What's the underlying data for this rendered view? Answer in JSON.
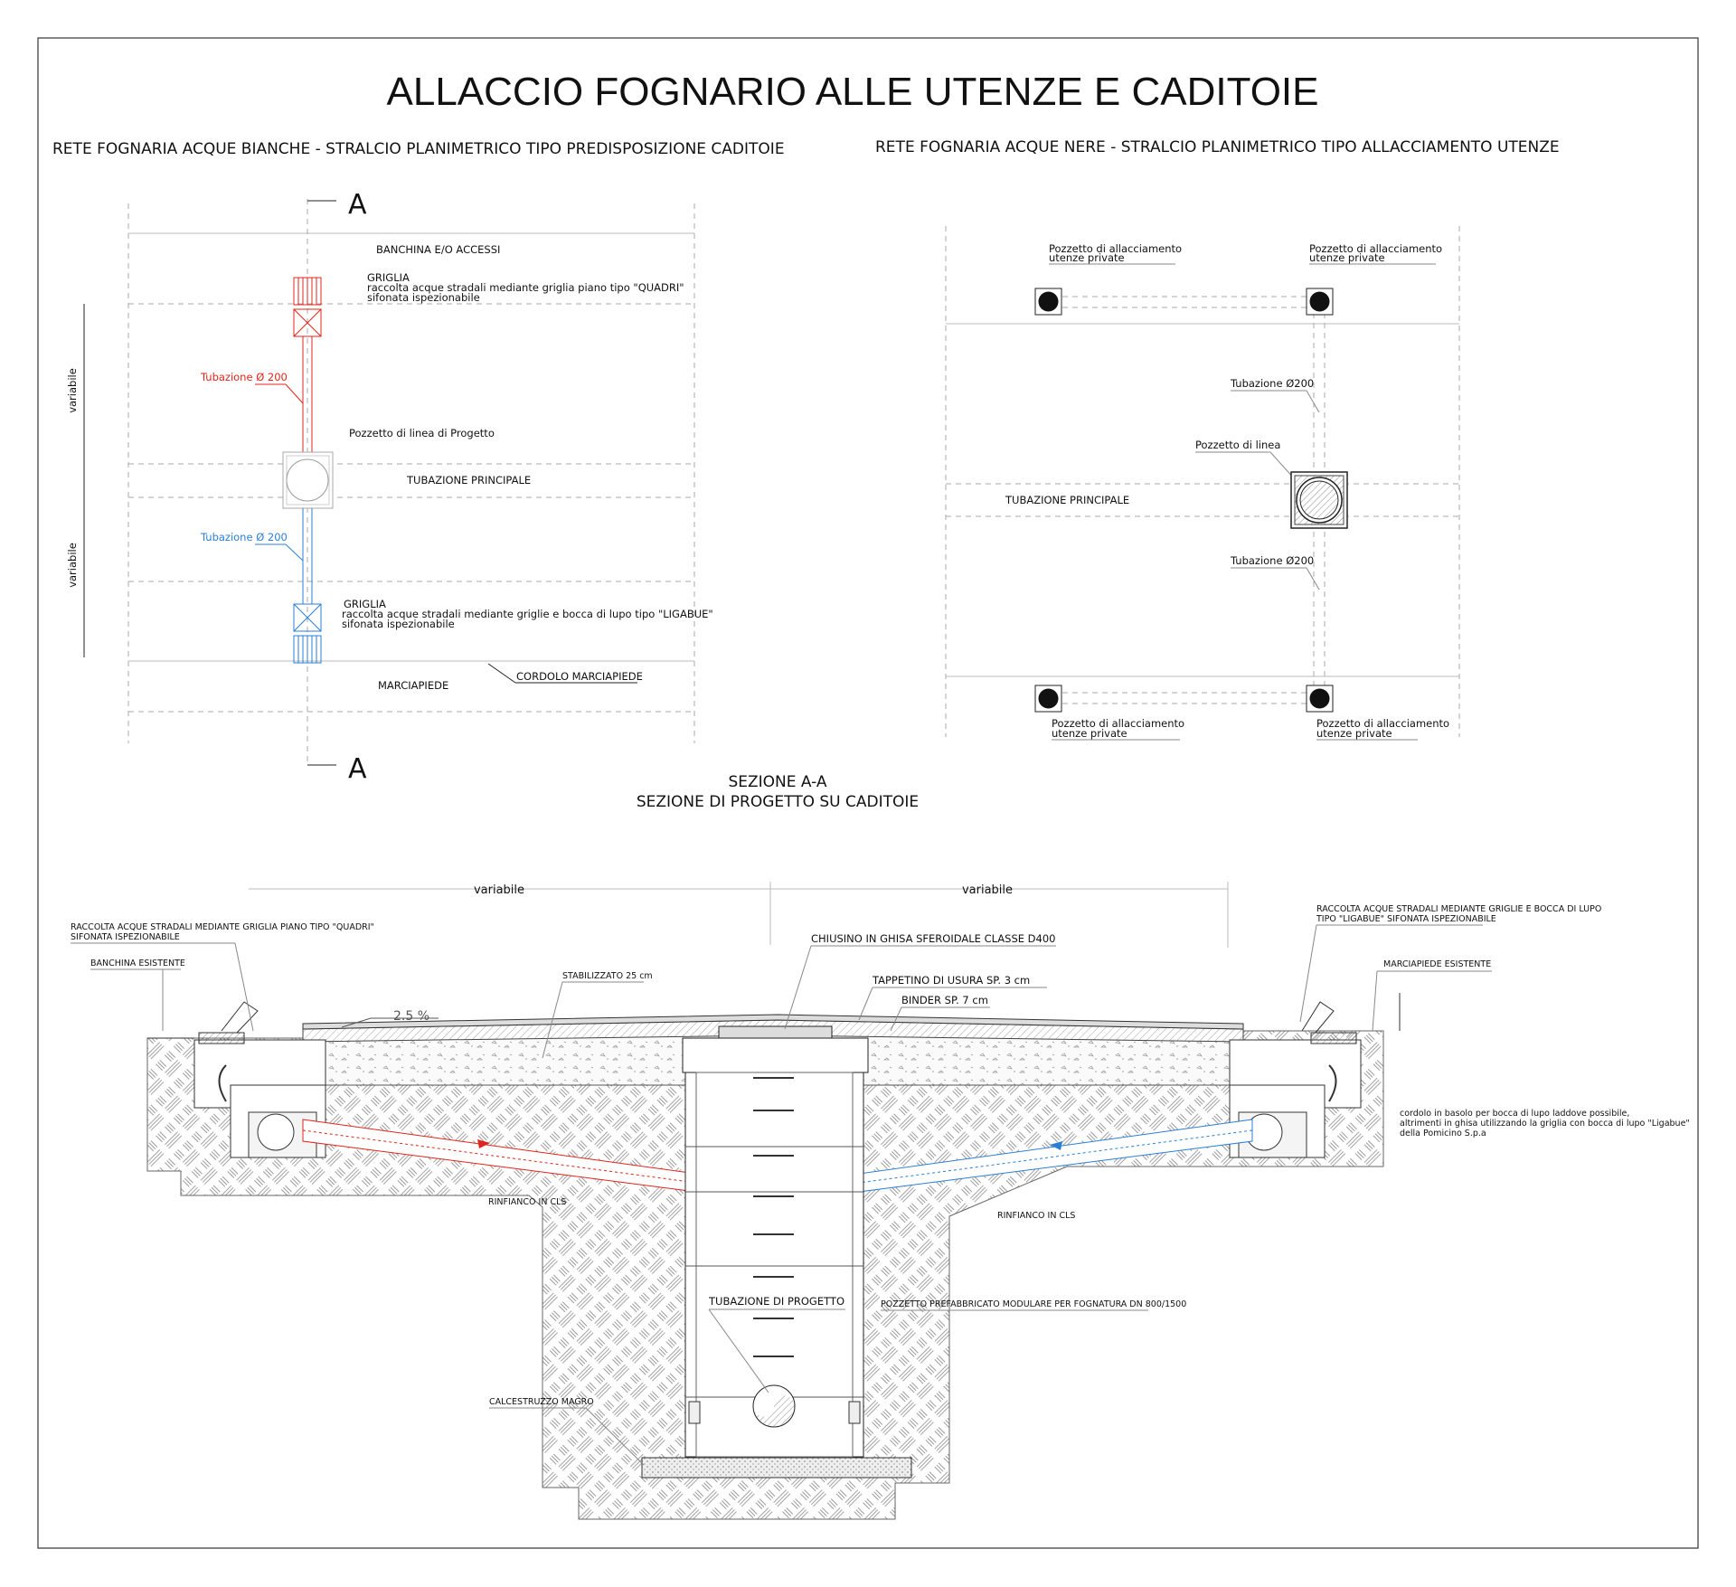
{
  "title": "ALLACCIO FOGNARIO ALLE UTENZE E CADITOIE",
  "left_plan": {
    "heading": "RETE FOGNARIA ACQUE BIANCHE - STRALCIO PLANIMETRICO TIPO PREDISPOSIZIONE CADITOIE",
    "section_marker_top": "A",
    "section_marker_bottom": "A",
    "banchina": "BANCHINA E/O ACCESSI",
    "griglia_top_title": "GRIGLIA",
    "griglia_top_line1": "raccolta acque stradali mediante griglia piano tipo \"QUADRI\"",
    "griglia_top_line2": "sifonata ispezionabile",
    "pipe_red": "Tubazione Ø 200",
    "pozzetto": "Pozzetto di linea di Progetto",
    "tubazione_principale": "TUBAZIONE PRINCIPALE",
    "pipe_blue": "Tubazione Ø 200",
    "griglia_bottom_title": "GRIGLIA",
    "griglia_bottom_line1": "raccolta acque stradali mediante griglie e bocca di lupo tipo \"LIGABUE\"",
    "griglia_bottom_line2": "sifonata ispezionabile",
    "cordolo": "CORDOLO MARCIAPIEDE",
    "marciapiede": "MARCIAPIEDE",
    "dim_top": "variabile",
    "dim_bottom": "variabile"
  },
  "right_plan": {
    "heading": "RETE FOGNARIA ACQUE NERE - STRALCIO PLANIMETRICO TIPO ALLACCIAMENTO UTENZE",
    "pozz_tl_1": "Pozzetto di allacciamento",
    "pozz_tl_2": "utenze private",
    "pozz_tr_1": "Pozzetto di allacciamento",
    "pozz_tr_2": "utenze private",
    "pipe_top": "Tubazione Ø200",
    "pozzetto_linea": "Pozzetto di linea",
    "tubazione_principale": "TUBAZIONE PRINCIPALE",
    "pipe_bottom": "Tubazione Ø200",
    "pozz_bl_1": "Pozzetto di allacciamento",
    "pozz_bl_2": "utenze private",
    "pozz_br_1": "Pozzetto di allacciamento",
    "pozz_br_2": "utenze private"
  },
  "section": {
    "heading_1": "SEZIONE A-A",
    "heading_2": "SEZIONE DI PROGETTO SU CADITOIE",
    "dim_left": "variabile",
    "dim_right": "variabile",
    "raccolta_left_1": "RACCOLTA ACQUE STRADALI MEDIANTE GRIGLIA PIANO TIPO \"QUADRI\"",
    "raccolta_left_2": "SIFONATA ISPEZIONABILE",
    "banchina": "BANCHINA ESISTENTE",
    "stabilizzato": "STABILIZZATO 25 cm",
    "slope": "2.5  %",
    "chiusino": "CHIUSINO IN GHISA SFEROIDALE CLASSE D400",
    "tappetino": "TAPPETINO DI USURA SP. 3 cm",
    "binder": "BINDER SP. 7 cm",
    "raccolta_right_1": "RACCOLTA ACQUE STRADALI MEDIANTE GRIGLIE E BOCCA DI LUPO",
    "raccolta_right_2": "TIPO \"LIGABUE\" SIFONATA ISPEZIONABILE",
    "marciapiede": "MARCIAPIEDE ESISTENTE",
    "cordolo_1": "cordolo in basolo per bocca di lupo  laddove possibile,",
    "cordolo_2": "altrimenti in ghisa utilizzando la griglia con bocca di lupo \"Ligabue\"",
    "cordolo_3": "della Pomicino S.p.a",
    "rinfianco_left": "RINFIANCO IN CLS",
    "rinfianco_right": "RINFIANCO IN CLS",
    "tubazione_progetto": "TUBAZIONE DI PROGETTO",
    "pozzetto_prefab": "POZZETTO PREFABBRICATO MODULARE PER FOGNATURA DN 800/1500",
    "calcestruzzo": "CALCESTRUZZO MAGRO"
  },
  "colors": {
    "red_pipe": "#e0241b",
    "blue_pipe": "#2a7fd4",
    "line": "#222222"
  }
}
